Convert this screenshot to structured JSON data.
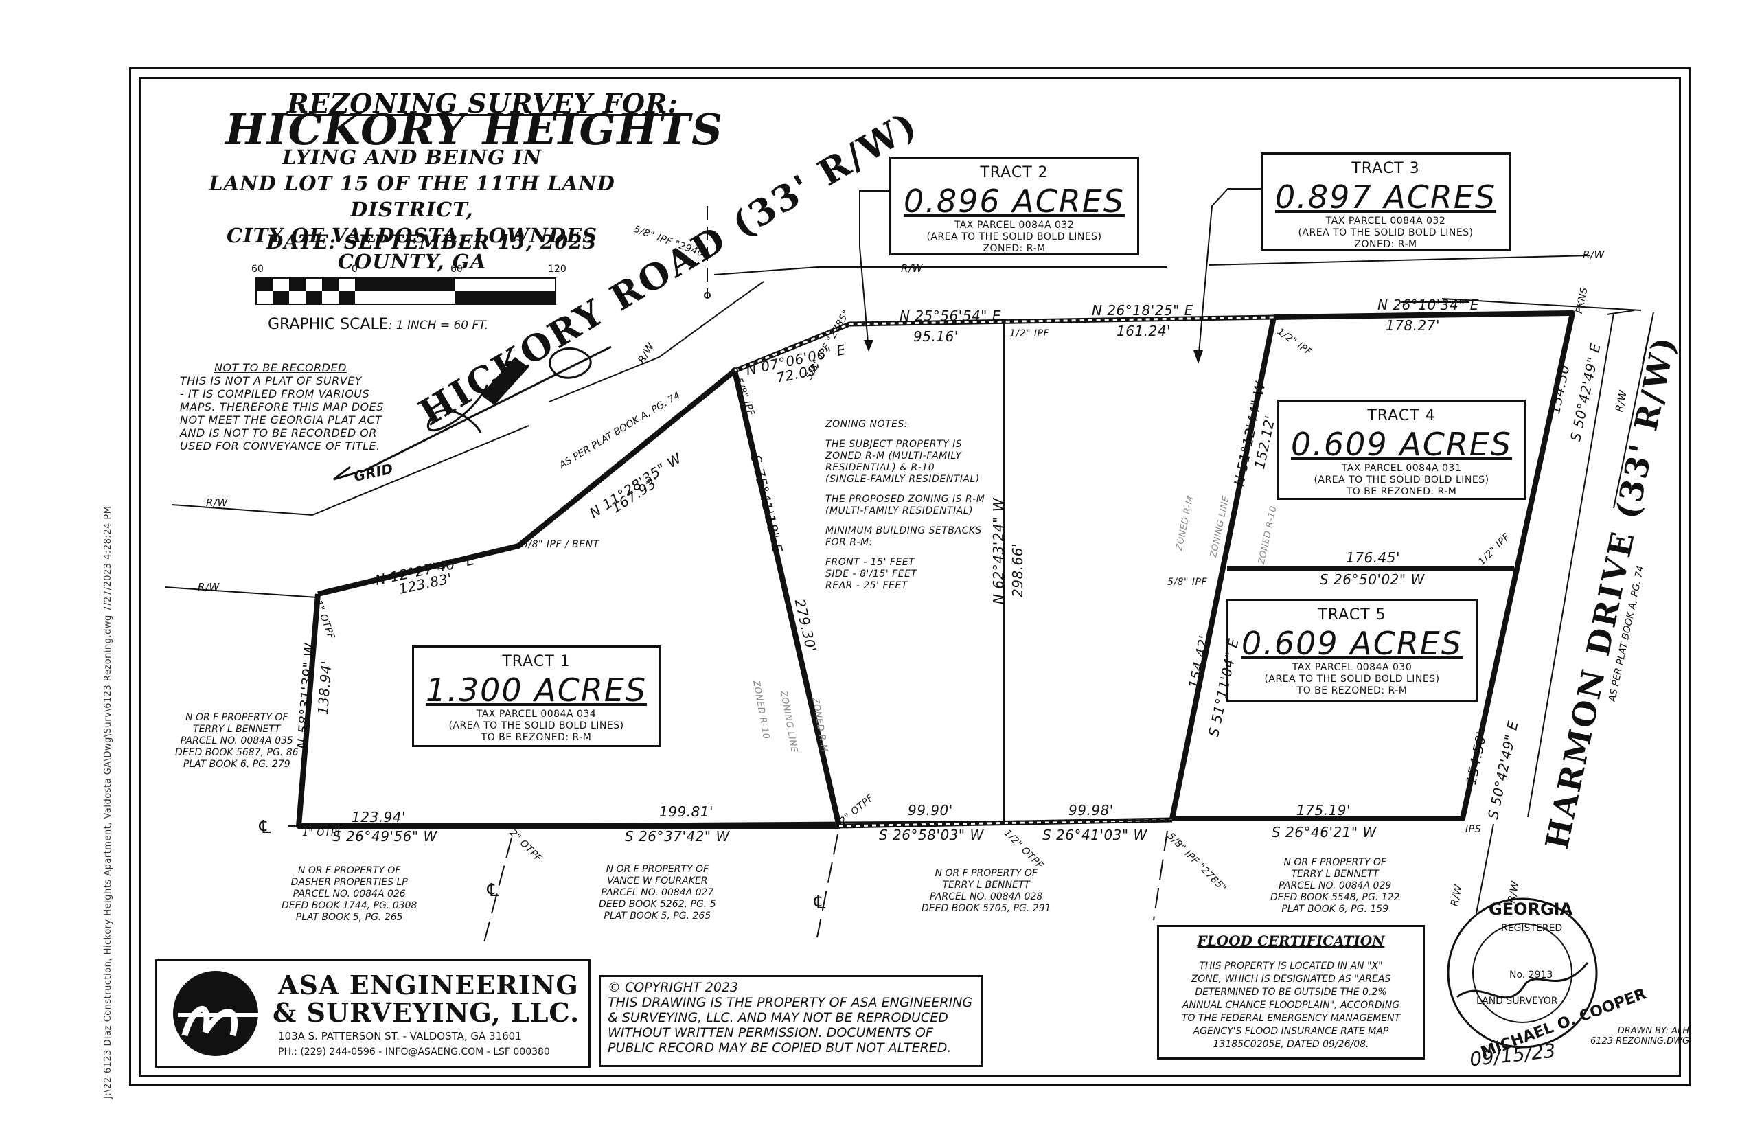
{
  "side_path": "J:\\22-6123 Diaz Construction, Hickory Heights Apartment, Valdosta GA\\Dwg\\Surv\\6123 Rezoning.dwg 7/27/2023 4:28:24 PM",
  "title": {
    "survey_for": "REZONING SURVEY FOR:",
    "name": "HICKORY HEIGHTS",
    "line1": "LYING AND BEING IN",
    "line2": "LAND LOT 15 OF THE 11TH LAND DISTRICT,",
    "line3": "CITY OF VALDOSTA, LOWNDES COUNTY, GA",
    "date": "DATE: SEPTEMBER 15, 2023"
  },
  "scale": {
    "ticks": [
      "60",
      "0",
      "60",
      "120"
    ],
    "label": "GRAPHIC SCALE",
    "value": ": 1 INCH  =  60  FT."
  },
  "not_recorded": {
    "heading": "NOT TO BE RECORDED",
    "lines": [
      "THIS IS NOT A PLAT OF SURVEY",
      "- IT IS COMPILED FROM VARIOUS",
      "MAPS. THEREFORE THIS MAP DOES",
      "NOT MEET THE GEORGIA PLAT ACT",
      "AND IS NOT TO BE RECORDED OR",
      "USED FOR CONVEYANCE OF TITLE."
    ]
  },
  "grid_label": "GRID",
  "roads": {
    "hickory": "HICKORY ROAD (33' R/W)",
    "hickory_ref": "AS PER PLAT BOOK A, PG. 74",
    "harmon": "HARMON DRIVE (33' R/W)",
    "harmon_ref": "AS PER PLAT BOOK A, PG. 74",
    "rw": "R/W"
  },
  "tracts": {
    "t1": {
      "title": "TRACT 1",
      "acres": "1.300  ACRES",
      "l1": "TAX PARCEL 0084A 034",
      "l2": "(AREA TO THE SOLID BOLD LINES)",
      "l3": "TO BE REZONED: R-M"
    },
    "t2": {
      "title": "TRACT 2",
      "acres": "0.896  ACRES",
      "l1": "TAX PARCEL 0084A 032",
      "l2": "(AREA TO THE SOLID BOLD LINES)",
      "l3": "ZONED: R-M"
    },
    "t3": {
      "title": "TRACT 3",
      "acres": "0.897  ACRES",
      "l1": "TAX PARCEL 0084A 032",
      "l2": "(AREA TO THE SOLID BOLD LINES)",
      "l3": "ZONED: R-M"
    },
    "t4": {
      "title": "TRACT 4",
      "acres": "0.609  ACRES",
      "l1": "TAX PARCEL 0084A 031",
      "l2": "(AREA TO THE SOLID BOLD LINES)",
      "l3": "TO BE REZONED: R-M"
    },
    "t5": {
      "title": "TRACT 5",
      "acres": "0.609  ACRES",
      "l1": "TAX PARCEL 0084A 030",
      "l2": "(AREA TO THE SOLID BOLD LINES)",
      "l3": "TO BE REZONED: R-M"
    }
  },
  "zoning_notes": {
    "heading": "ZONING NOTES:",
    "p1": [
      "THE SUBJECT PROPERTY IS",
      "ZONED R-M (MULTI-FAMILY",
      "RESIDENTIAL) & R-10",
      "(SINGLE-FAMILY RESIDENTIAL)"
    ],
    "p2": [
      "THE PROPOSED ZONING IS R-M",
      "(MULTI-FAMILY RESIDENTIAL)"
    ],
    "p3": [
      "MINIMUM BUILDING SETBACKS",
      "FOR R-M:"
    ],
    "p4": [
      "FRONT - 15' FEET",
      "SIDE - 8'/15' FEET",
      "REAR - 25' FEET"
    ]
  },
  "bearings": {
    "b1": "N 07°06'06\" E",
    "d1": "72.09'",
    "b2": "N 25°56'54\" E",
    "d2": "95.16'",
    "b3": "N 26°18'25\" E",
    "d3": "161.24'",
    "b4": "N 26°10'34\" E",
    "d4": "178.27'",
    "b5": "N 11°28'35\" W",
    "d5": "167.93'",
    "b6": "N 12°27'40\" E",
    "d6": "123.83'",
    "b7": "N 58°31'39\" W",
    "d7": "138.94'",
    "b8": "S 75°41'18\" E",
    "d8": "279.30'",
    "b9": "N 62°43'24\" W",
    "d9": "298.66'",
    "b10": "N 51°12'44\" W",
    "d10": "152.12'",
    "b11": "S 51°11'04\" E",
    "d11": "154.42'",
    "b12": "S 50°42'49\" E",
    "d12": "154.50'",
    "b13": "S 50°42'49\" E",
    "d13": "154.50'",
    "b14": "S 26°50'02\" W",
    "d14": "176.45'",
    "s1": "S 26°49'56\" W",
    "sd1": "123.94'",
    "s2": "S 26°37'42\" W",
    "sd2": "199.81'",
    "s3": "S 26°58'03\" W",
    "sd3": "99.90'",
    "s4": "S 26°41'03\" W",
    "sd4": "99.98'",
    "s5": "S 26°46'21\" W",
    "sd5": "175.19'"
  },
  "pins": {
    "p1": "5/8\" IPF \"2940\"",
    "p2": "5/8\" IPF",
    "p3": "5/8\" IPF \"2785\"",
    "p4": "1/2\" IPF",
    "p5": "1/2\" IPF",
    "p6": "PKNS",
    "p7": "5/8\" IPF / BENT",
    "p8": "1\" OTPF",
    "p9": "1\" OTPF",
    "p10": "2\" OTPF",
    "p11": "2\" OTPF",
    "p12": "1/2\" OTPF",
    "p13": "5/8\" IPF \"2785\"",
    "p14": "IPS",
    "p15": "1/2\" IPF",
    "p16": "5/8\" IPF",
    "p17": "R/W"
  },
  "neighbors": {
    "n1": [
      "N OR F PROPERTY OF",
      "TERRY L BENNETT",
      "PARCEL NO. 0084A 035",
      "DEED BOOK 5687, PG. 86",
      "PLAT BOOK 6, PG. 279"
    ],
    "n2": [
      "N OR F PROPERTY OF",
      "DASHER PROPERTIES LP",
      "PARCEL NO. 0084A 026",
      "DEED BOOK 1744, PG. 0308",
      "PLAT BOOK 5, PG. 265"
    ],
    "n3": [
      "N OR F PROPERTY OF",
      "VANCE W FOURAKER",
      "PARCEL NO. 0084A 027",
      "DEED BOOK 5262, PG. 5",
      "PLAT BOOK 5, PG. 265"
    ],
    "n4": [
      "N OR F PROPERTY OF",
      "TERRY L BENNETT",
      "PARCEL NO. 0084A 028",
      "DEED BOOK 5705, PG. 291"
    ],
    "n5": [
      "N OR F PROPERTY OF",
      "TERRY L BENNETT",
      "PARCEL NO. 0084A 029",
      "DEED BOOK 5548, PG. 122",
      "PLAT BOOK 6, PG. 159"
    ]
  },
  "company": {
    "name1": "ASA ENGINEERING",
    "name2": "& SURVEYING, LLC.",
    "address": "103A S. PATTERSON ST. - VALDOSTA, GA 31601",
    "contact": "PH.: (229) 244-0596 - INFO@ASAENG.COM - LSF 000380"
  },
  "copyright": {
    "head": "© COPYRIGHT  2023",
    "lines": [
      "THIS DRAWING IS THE PROPERTY OF ASA ENGINEERING",
      "& SURVEYING, LLC. AND MAY NOT BE REPRODUCED",
      "WITHOUT WRITTEN PERMISSION. DOCUMENTS OF",
      "PUBLIC RECORD MAY BE COPIED BUT NOT ALTERED."
    ]
  },
  "flood": {
    "head": "FLOOD CERTIFICATION",
    "lines": [
      "THIS PROPERTY IS LOCATED IN AN \"X\"",
      "ZONE, WHICH IS DESIGNATED AS \"AREAS",
      "DETERMINED TO BE OUTSIDE THE 0.2%",
      "ANNUAL CHANCE FLOODPLAIN\", ACCORDING",
      "TO THE FEDERAL EMERGENCY MANAGEMENT",
      "AGENCY'S FLOOD INSURANCE RATE MAP",
      "13185C0205E, DATED 09/26/08."
    ]
  },
  "seal": {
    "top": "GEORGIA",
    "registered": "REGISTERED",
    "number": "No. 2913",
    "surveyor": "LAND SURVEYOR",
    "name": "MICHAEL O. COOPER"
  },
  "drawn": {
    "by": "DRAWN BY: ALH",
    "file": "6123 REZONING.DWG",
    "date": "09/15/23"
  },
  "zone_marks": {
    "zl": "ZONING LINE",
    "r10": "ZONED R-10",
    "rm": "ZONED R-M",
    "cl": "℄"
  }
}
